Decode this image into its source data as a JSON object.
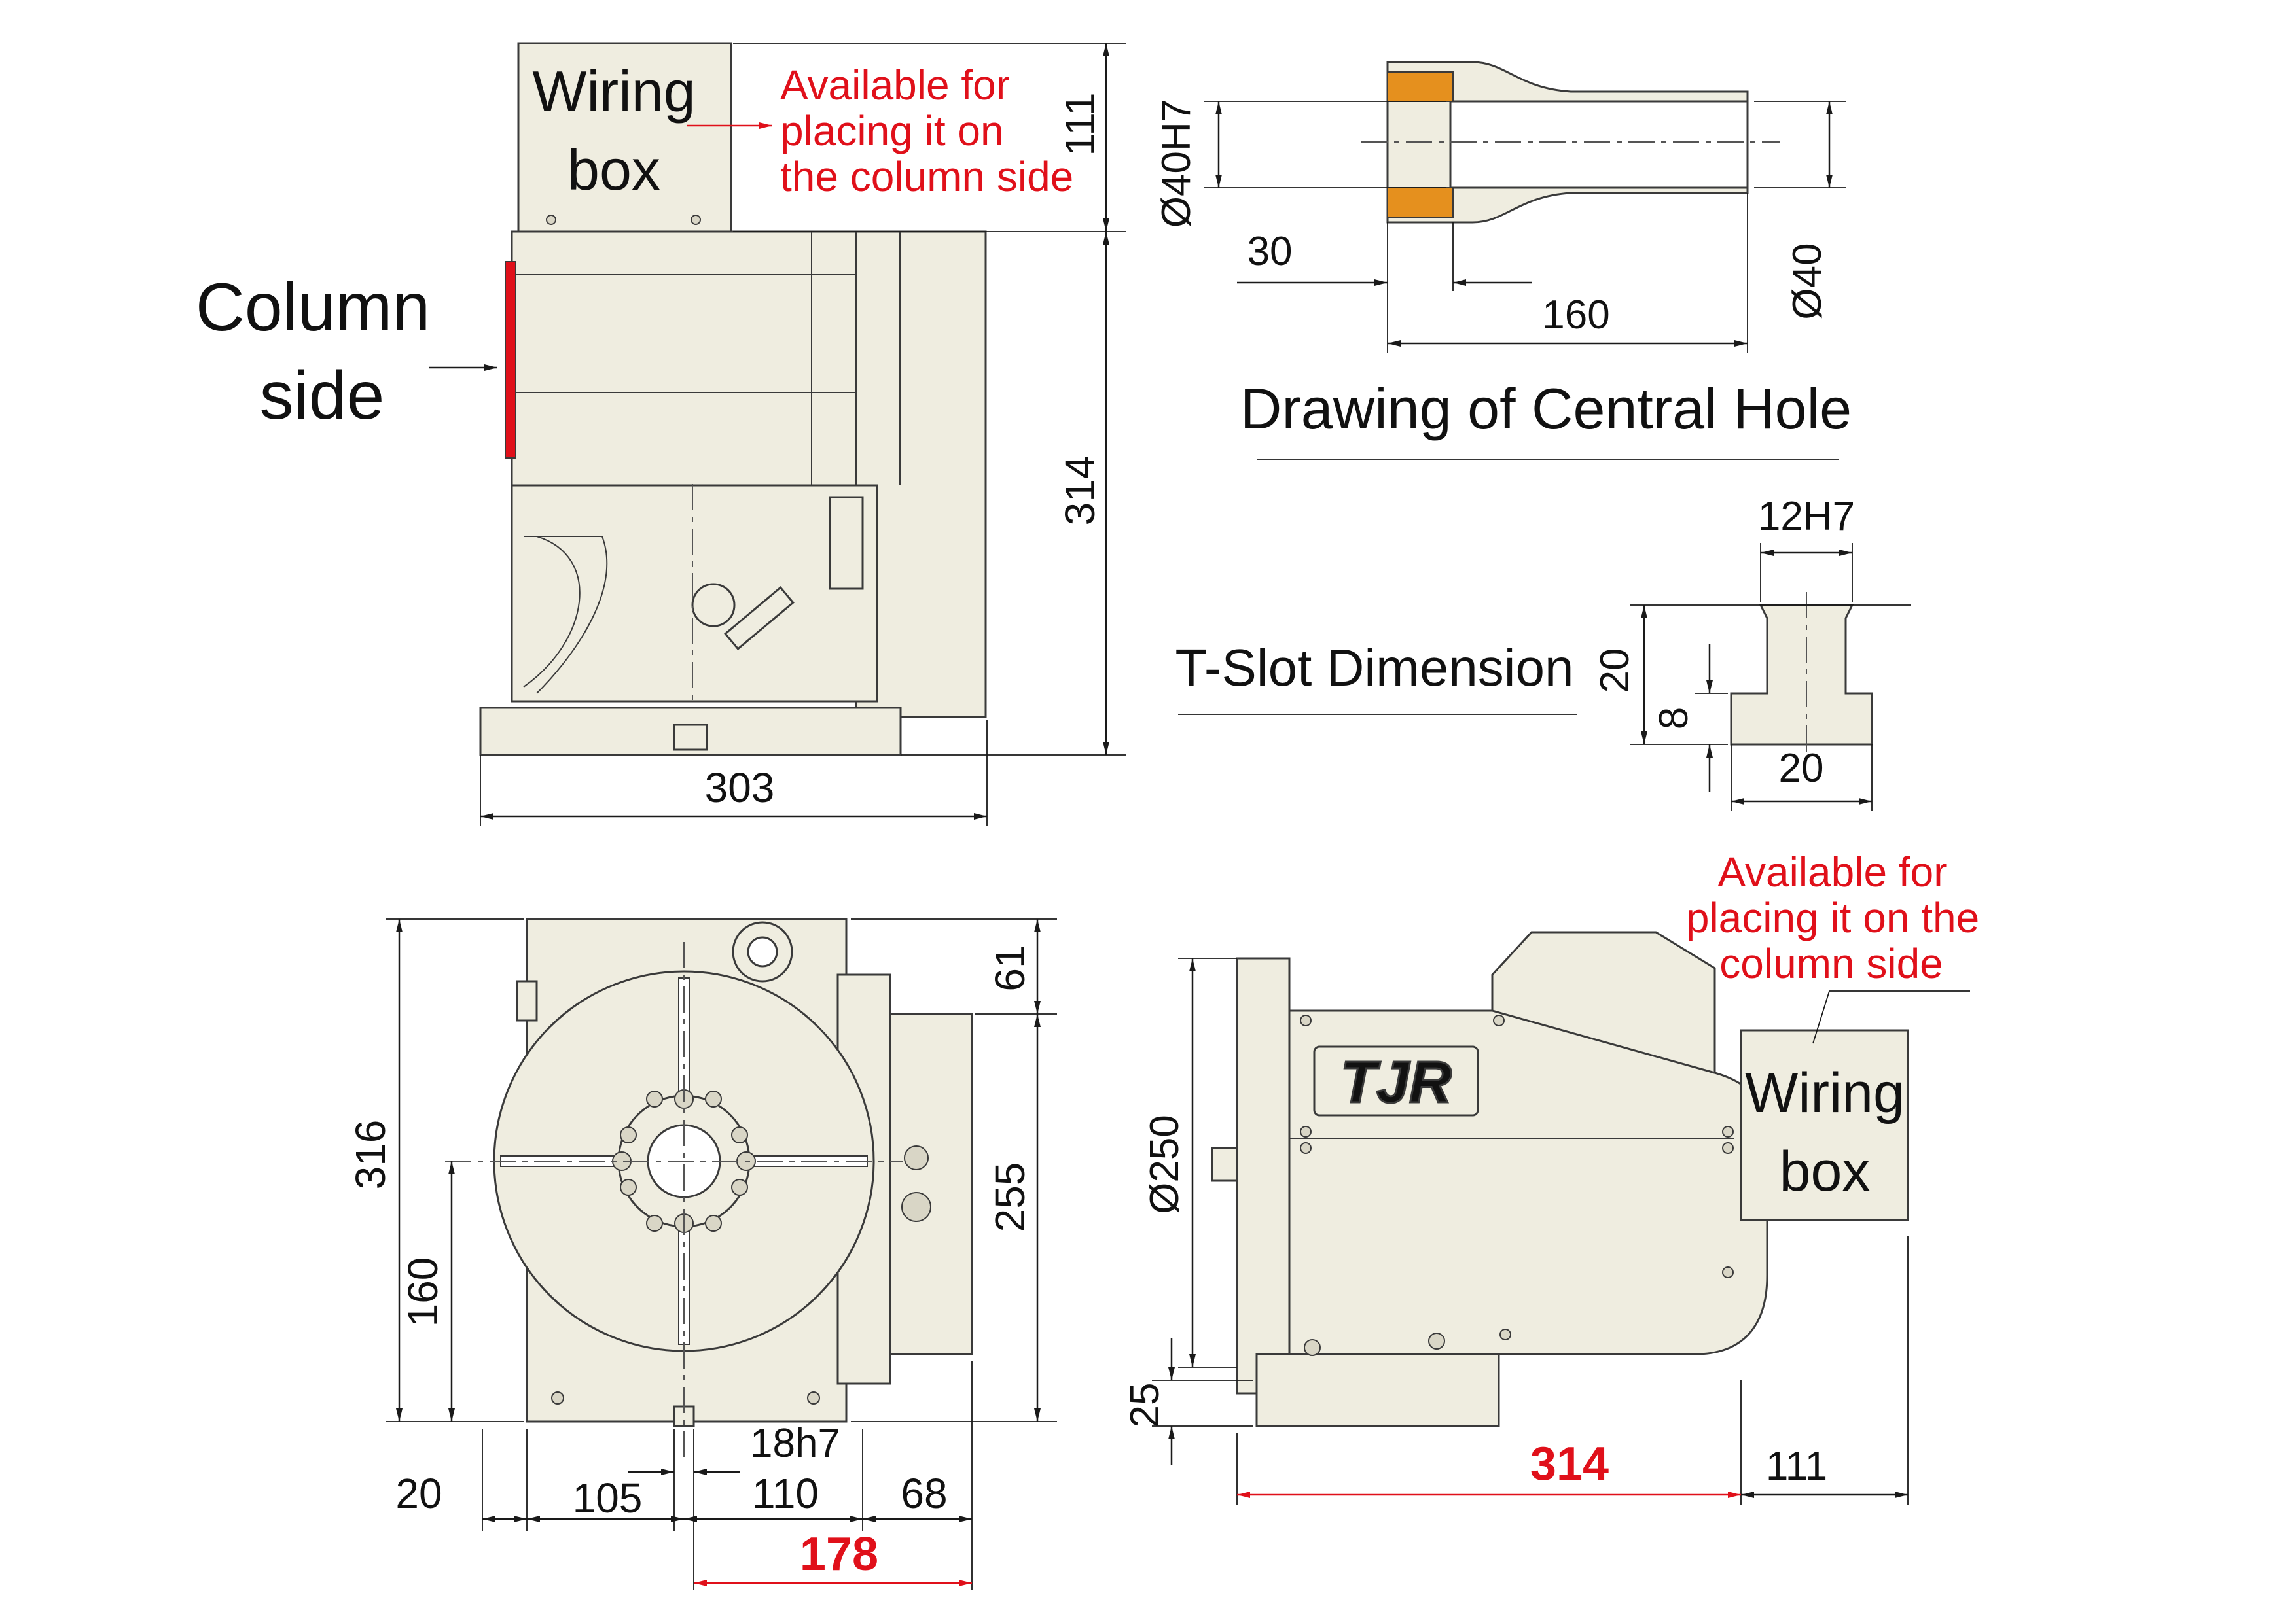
{
  "labels": {
    "column_side_line1": "Column",
    "column_side_line2": "side",
    "wiring_box_line1": "Wiring",
    "wiring_box_line2": "box",
    "available_line1": "Available for",
    "available_line2": "placing it on",
    "available_line3": "the column side",
    "available2_line1": "Available for",
    "available2_line2": "placing it on the",
    "available2_line3": "column side",
    "central_hole_title": "Drawing of Central Hole",
    "tslot_title": "T-Slot Dimension",
    "logo": "TJR"
  },
  "dims_front_view": {
    "width": "303",
    "height": "314",
    "wiring_box_height": "111"
  },
  "dims_central_hole": {
    "bore_fit": "Ø40H7",
    "bore": "Ø40",
    "counterbore_depth": "30",
    "length": "160"
  },
  "dims_tslot": {
    "slot_width": "12H7",
    "depth": "20",
    "head_height": "8",
    "head_width": "20"
  },
  "dims_top_view": {
    "overall_height": "316",
    "center_height": "160",
    "top_offset": "61",
    "body_height": "255",
    "left_offset": "20",
    "to_key": "105",
    "key_width": "18h7",
    "key_to_edge": "110",
    "motor_extension": "68",
    "total_right": "178"
  },
  "dims_side_view": {
    "table_diameter": "Ø250",
    "base_height": "25",
    "length": "314",
    "wiring_box_extension": "111"
  },
  "colors": {
    "part_fill": "#efede0",
    "outline": "#3a3a3a",
    "highlight_red": "#e0101a",
    "bushing_hatch": "#e5901e"
  }
}
